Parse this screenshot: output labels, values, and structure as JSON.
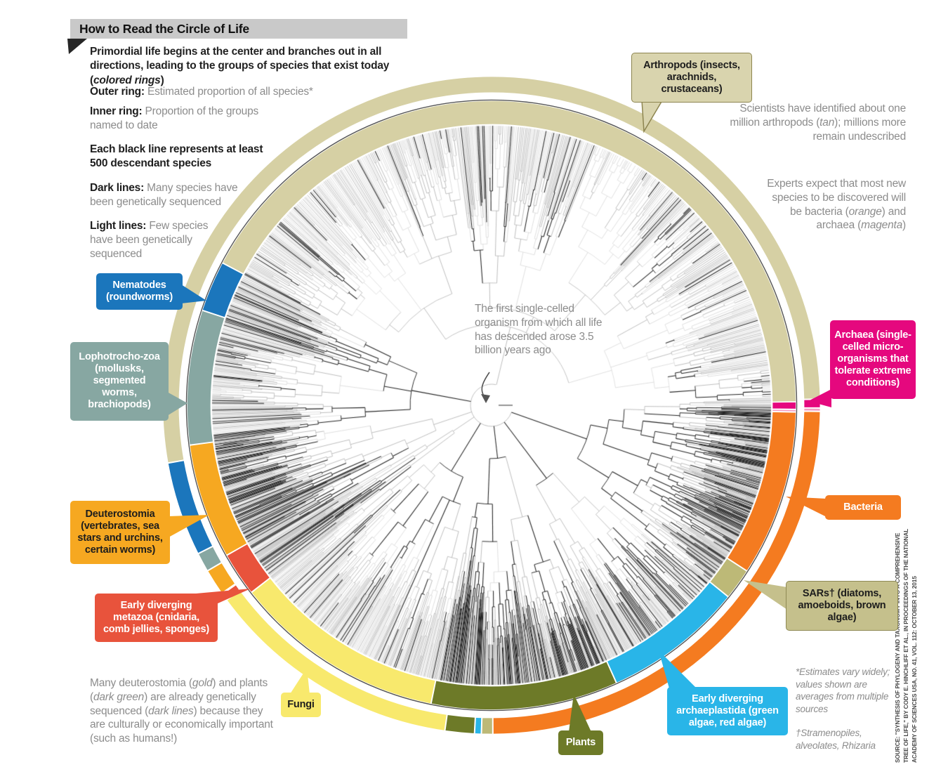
{
  "header": {
    "title": "How to Read the Circle of Life"
  },
  "legend": {
    "intro": [
      {
        "t": "Primordial life begins at the center and branches out in all directions, leading to the groups of species that exist today ("
      },
      {
        "t": "colored rings",
        "i": true
      },
      {
        "t": ")"
      }
    ],
    "items": [
      {
        "lead": "Outer ring:",
        "rest": " Estimated proportion of all species*"
      },
      {
        "lead": "Inner ring:",
        "rest": " Proportion of the groups named to date"
      },
      {
        "lead": "Each black line represents at least 500 descendant species",
        "rest": ""
      },
      {
        "lead": "Dark lines:",
        "rest": " Many species have been genetically sequenced"
      },
      {
        "lead": "Light lines:",
        "rest": " Few species have been genetically sequenced"
      }
    ]
  },
  "center_note": "The first single-celled organism from which all life has descended arose 3.5 billion years ago",
  "notes": {
    "arthropods": [
      {
        "t": "Scientists have identified about one million arthropods ("
      },
      {
        "t": "tan",
        "i": true
      },
      {
        "t": "); millions more remain undescribed"
      }
    ],
    "new_species": [
      {
        "t": "Experts expect that most new species to be discovered will be bacteria ("
      },
      {
        "t": "orange",
        "i": true
      },
      {
        "t": ") and archaea ("
      },
      {
        "t": "magenta",
        "i": true
      },
      {
        "t": ")"
      }
    ],
    "sequenced": [
      {
        "t": "Many deuterostomia ("
      },
      {
        "t": "gold",
        "i": true
      },
      {
        "t": ") and plants ("
      },
      {
        "t": "dark green",
        "i": true
      },
      {
        "t": ") are already genetically sequenced ("
      },
      {
        "t": "dark lines",
        "i": true
      },
      {
        "t": ") because they are culturally or economically important (such as humans!)"
      }
    ]
  },
  "footnotes": {
    "estimates": "*Estimates vary widely; values shown are averages from multiple sources",
    "sars": "†Stramenopiles, alveolates, Rhizaria"
  },
  "source_lines": [
    "SOURCE: \"SYNTHESIS OF PHYLOGENY AND TAXONOMY INTO A COMPREHENSIVE",
    "TREE OF LIFE,\" BY CODY E. HINCHLIFF ET AL., IN PROCEEDINGS OF THE NATIONAL",
    "ACADEMY OF SCIENCES USA, NO. 41, VOL. 112: OCTOBER 13, 2015"
  ],
  "callouts": [
    {
      "id": "nematodes",
      "label": "Nematodes (roundworms)",
      "bg": "#1b76bc",
      "fg": "#ffffff"
    },
    {
      "id": "lophotrochozoa",
      "label": "Lophotrocho-zoa (mollusks, segmented worms, brachiopods)",
      "bg": "#87a7a2",
      "fg": "#ffffff"
    },
    {
      "id": "deuterostomia",
      "label": "Deuterostomia (vertebrates, sea stars and urchins, certain worms)",
      "bg": "#f6a821",
      "fg": "#1d1d1d"
    },
    {
      "id": "metazoa",
      "label": "Early diverging metazoa (cnidaria, comb jellies, sponges)",
      "bg": "#e8533c",
      "fg": "#ffffff"
    },
    {
      "id": "fungi",
      "label": "Fungi",
      "bg": "#f8e96d",
      "fg": "#1d1d1d"
    },
    {
      "id": "plants",
      "label": "Plants",
      "bg": "#6d7a28",
      "fg": "#ffffff"
    },
    {
      "id": "archaeplastida",
      "label": "Early diverging archaeplastida (green algae, red algae)",
      "bg": "#29b5e8",
      "fg": "#ffffff"
    },
    {
      "id": "sars",
      "label": "SARs† (diatoms, amoeboids, brown algae)",
      "bg": "#c5c08c",
      "fg": "#1d1d1d",
      "border": "#8f8a55"
    },
    {
      "id": "bacteria",
      "label": "Bacteria",
      "bg": "#f47b20",
      "fg": "#ffffff"
    },
    {
      "id": "archaea",
      "label": "Archaea (single-celled micro-organisms that tolerate extreme conditions)",
      "bg": "#e5087e",
      "fg": "#ffffff"
    },
    {
      "id": "arthropods",
      "label": "Arthropods (insects, arachnids, crustaceans)",
      "bg": "#d9d4ae",
      "fg": "#1d1d1d",
      "border": "#8d8550"
    }
  ],
  "chart_data": {
    "type": "radial-phylogenetic-tree",
    "title": "The Circle of Life",
    "center": "First single-celled common ancestor, 3.5 billion years ago",
    "rings": {
      "outer_meaning": "Estimated proportion of all species",
      "inner_meaning": "Proportion of the groups named to date",
      "outer_segments": [
        {
          "name": "archaea",
          "color": "#e5087e",
          "a0": -1.0,
          "a1": 0.4
        },
        {
          "name": "archaea-pink-edge",
          "color": "#f59ec4",
          "a0": 0.55,
          "a1": 1.0
        },
        {
          "name": "bacteria",
          "color": "#f47b20",
          "a0": 1.15,
          "a1": 89.7
        },
        {
          "name": "sars",
          "color": "#bdb977",
          "a0": 89.85,
          "a1": 91.7
        },
        {
          "name": "archaeplastida",
          "color": "#29b5e8",
          "a0": 91.85,
          "a1": 92.9
        },
        {
          "name": "plants",
          "color": "#6d7a28",
          "a0": 93.05,
          "a1": 98.1
        },
        {
          "name": "fungi",
          "color": "#f8e96d",
          "a0": 98.25,
          "a1": 143.6
        },
        {
          "name": "metazoa",
          "color": "#e8533c",
          "a0": 143.9,
          "a1": 144.9
        },
        {
          "name": "deuterostomia",
          "color": "#f6a821",
          "a0": 145.2,
          "a1": 149.7
        },
        {
          "name": "lophotrochozoa",
          "color": "#87a7a2",
          "a0": 149.85,
          "a1": 153.1
        },
        {
          "name": "nematodes",
          "color": "#1b76bc",
          "a0": 153.25,
          "a1": 169.8
        },
        {
          "name": "arthropods",
          "color": "#d6d0a4",
          "a0": 169.95,
          "a1": 358.85
        }
      ],
      "inner_segments": [
        {
          "name": "archaea",
          "color": "#e5087e",
          "a0": -0.6,
          "a1": 0.7
        },
        {
          "name": "archaea-pink-edge",
          "color": "#f59ec4",
          "a0": 0.85,
          "a1": 1.2
        },
        {
          "name": "bacteria",
          "color": "#f47b20",
          "a0": 1.35,
          "a1": 32.9
        },
        {
          "name": "sars",
          "color": "#bdb977",
          "a0": 33.05,
          "a1": 38.9
        },
        {
          "name": "archaeplastida",
          "color": "#29b5e8",
          "a0": 39.05,
          "a1": 65.7
        },
        {
          "name": "plants",
          "color": "#6d7a28",
          "a0": 65.85,
          "a1": 101.4
        },
        {
          "name": "fungi",
          "color": "#f8e96d",
          "a0": 101.55,
          "a1": 142.0
        },
        {
          "name": "metazoa",
          "color": "#e8533c",
          "a0": 142.15,
          "a1": 150.4
        },
        {
          "name": "deuterostomia",
          "color": "#f6a821",
          "a0": 150.55,
          "a1": 172.4
        },
        {
          "name": "lophotrochozoa",
          "color": "#87a7a2",
          "a0": 172.55,
          "a1": 198.1
        },
        {
          "name": "nematodes",
          "color": "#1b76bc",
          "a0": 198.25,
          "a1": 207.8
        },
        {
          "name": "arthropods",
          "color": "#d6d0a4",
          "a0": 207.95,
          "a1": 359.3
        }
      ]
    }
  }
}
